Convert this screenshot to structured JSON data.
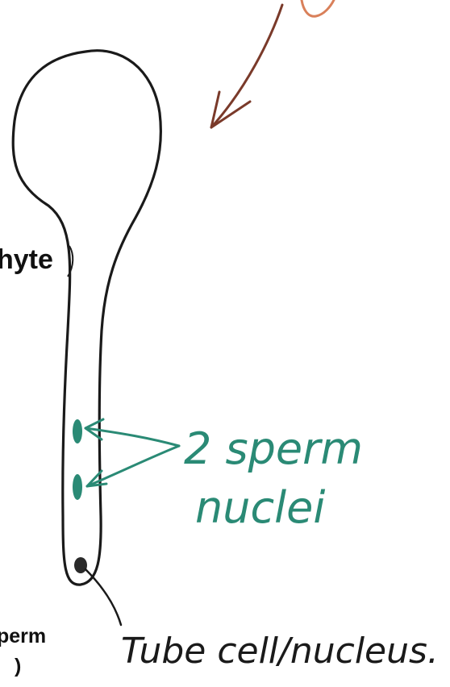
{
  "labels": {
    "partial_word_top": "hyte",
    "sperm_nuclei": [
      "2 sperm",
      "nuclei"
    ],
    "tube_cell": "Tube cell/nucleus.",
    "partial_bottom_line1": "perm",
    "partial_bottom_line2": ")"
  },
  "colors": {
    "outline": "#1a1a1a",
    "teal": "#2a8a75",
    "brown_arrow": "#7a3a2a",
    "top_squiggle": "#d9805a",
    "nucleus_dark": "#2a2a2a",
    "text": "#111111"
  }
}
